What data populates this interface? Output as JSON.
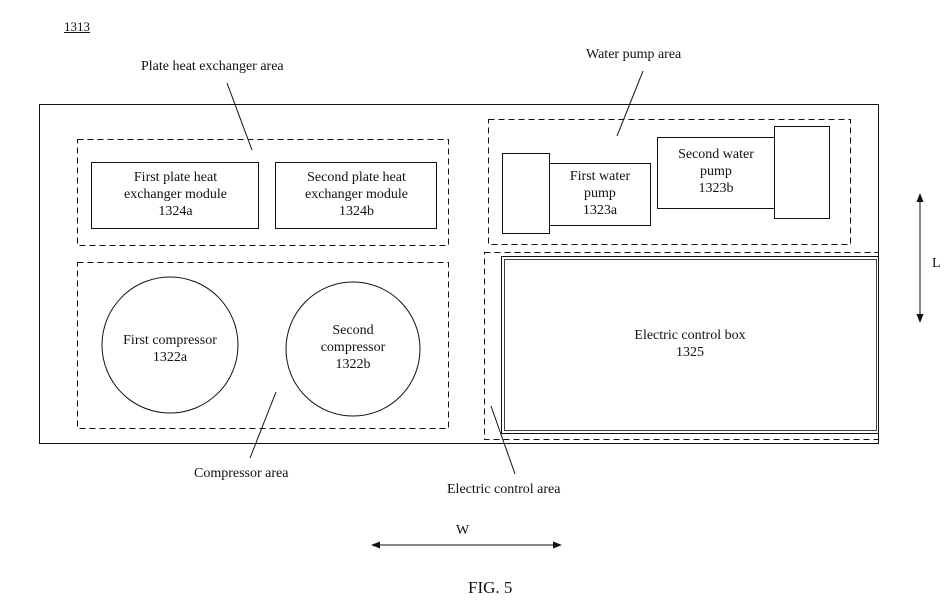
{
  "figure": {
    "ref_number": "1313",
    "caption": "FIG. 5"
  },
  "areas": {
    "plate_hx_area": "Plate heat exchanger area",
    "water_pump_area": "Water pump area",
    "compressor_area": "Compressor area",
    "electric_control_area": "Electric control area"
  },
  "components": {
    "plate_hx_1": {
      "line1": "First plate heat",
      "line2": "exchanger module",
      "id": "1324a"
    },
    "plate_hx_2": {
      "line1": "Second plate heat",
      "line2": "exchanger module",
      "id": "1324b"
    },
    "pump_1": {
      "line1": "First water",
      "line2": "pump",
      "id": "1323a"
    },
    "pump_2": {
      "line1": "Second water",
      "line2": "pump",
      "id": "1323b"
    },
    "compressor_1": {
      "line1": "First compressor",
      "id": "1322a"
    },
    "compressor_2": {
      "line1": "Second",
      "line2": "compressor",
      "id": "1322b"
    },
    "control_box": {
      "line1": "Electric control box",
      "id": "1325"
    }
  },
  "dimensions": {
    "length_label": "L",
    "width_label": "W"
  }
}
